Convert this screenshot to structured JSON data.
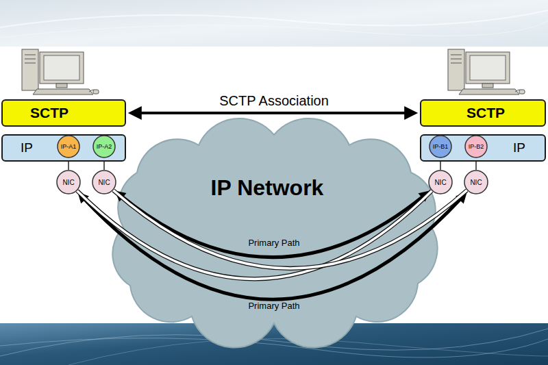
{
  "diagram": {
    "nodes": [
      {
        "text": [
          "SCTP"
        ]
      },
      {
        "text": [
          "IP"
        ]
      },
      {
        "text": [
          "IP-A1"
        ],
        "in": 1
      },
      {
        "text": [
          "IP-A2"
        ],
        "in": 1
      },
      {
        "text": [
          "NIC"
        ]
      },
      {
        "text": [
          "NIC"
        ]
      },
      {
        "text": [
          "IP Network"
        ]
      },
      {
        "text": [
          "SCTP"
        ]
      },
      {
        "text": [
          "IP"
        ]
      },
      {
        "text": [
          "IP-B1"
        ],
        "in": 8
      },
      {
        "text": [
          "IP-B2"
        ],
        "in": 8
      },
      {
        "text": [
          "NIC"
        ]
      },
      {
        "text": [
          "NIC"
        ]
      }
    ],
    "edges": [
      {
        "from": 0,
        "to": 7,
        "arrow": "both",
        "label": "SCTP Association"
      },
      {
        "from": 2,
        "to": 4,
        "arrow": "none"
      },
      {
        "from": 3,
        "to": 5,
        "arrow": "none"
      },
      {
        "from": 9,
        "to": 11,
        "arrow": "none"
      },
      {
        "from": 10,
        "to": 12,
        "arrow": "none"
      },
      {
        "from": 5,
        "to": 11,
        "arrow": "both",
        "label": "Primary Path"
      },
      {
        "from": 4,
        "to": 12,
        "arrow": "both",
        "label": "Primary Path"
      },
      {
        "from": 4,
        "to": 11,
        "arrow": "none"
      },
      {
        "from": 5,
        "to": 12,
        "arrow": "none"
      }
    ]
  }
}
